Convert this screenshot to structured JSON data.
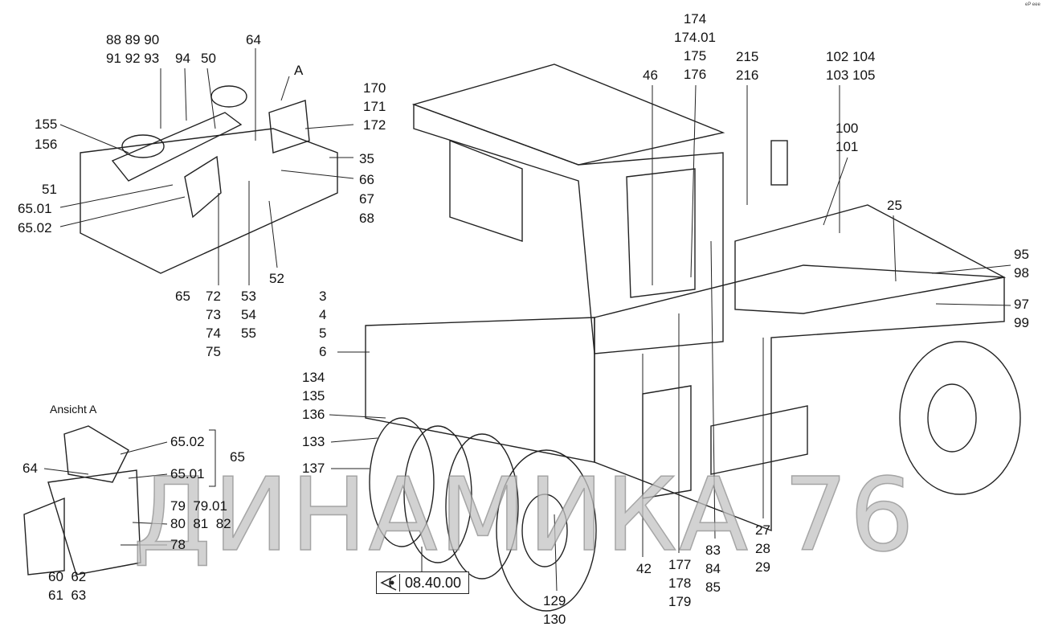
{
  "corner_mark": "eP eee",
  "cab_detail": {
    "labels": [
      "88 89 90",
      "91 92 93",
      "94",
      "50",
      "64",
      "A",
      "155",
      "156",
      "51",
      "65.01",
      "65.02",
      "65",
      "72\n73\n74\n75",
      "53\n54\n55",
      "52",
      "170\n171\n172",
      "35",
      "66",
      "67",
      "68"
    ]
  },
  "front_labels": [
    "3\n4\n5\n6",
    "134\n135\n136",
    "133",
    "137"
  ],
  "view_a": {
    "title": "Ansicht A",
    "labels": [
      "65.02",
      "65",
      "64",
      "65.01",
      "79  79.01",
      "80  81  82",
      "78",
      "60  62\n61  63"
    ]
  },
  "machine_labels": [
    "46",
    "174\n174.01\n175\n176",
    "215\n216",
    "102 104\n103 105",
    "100\n101",
    "25",
    "95\n98",
    "97\n99",
    "27\n28\n29",
    "83\n84\n85",
    "177\n178\n179",
    "42",
    "129\n130"
  ],
  "reference": {
    "icon": "eye-icon",
    "code": "08.40.00"
  },
  "watermark": "ДИНАМИКА 76"
}
